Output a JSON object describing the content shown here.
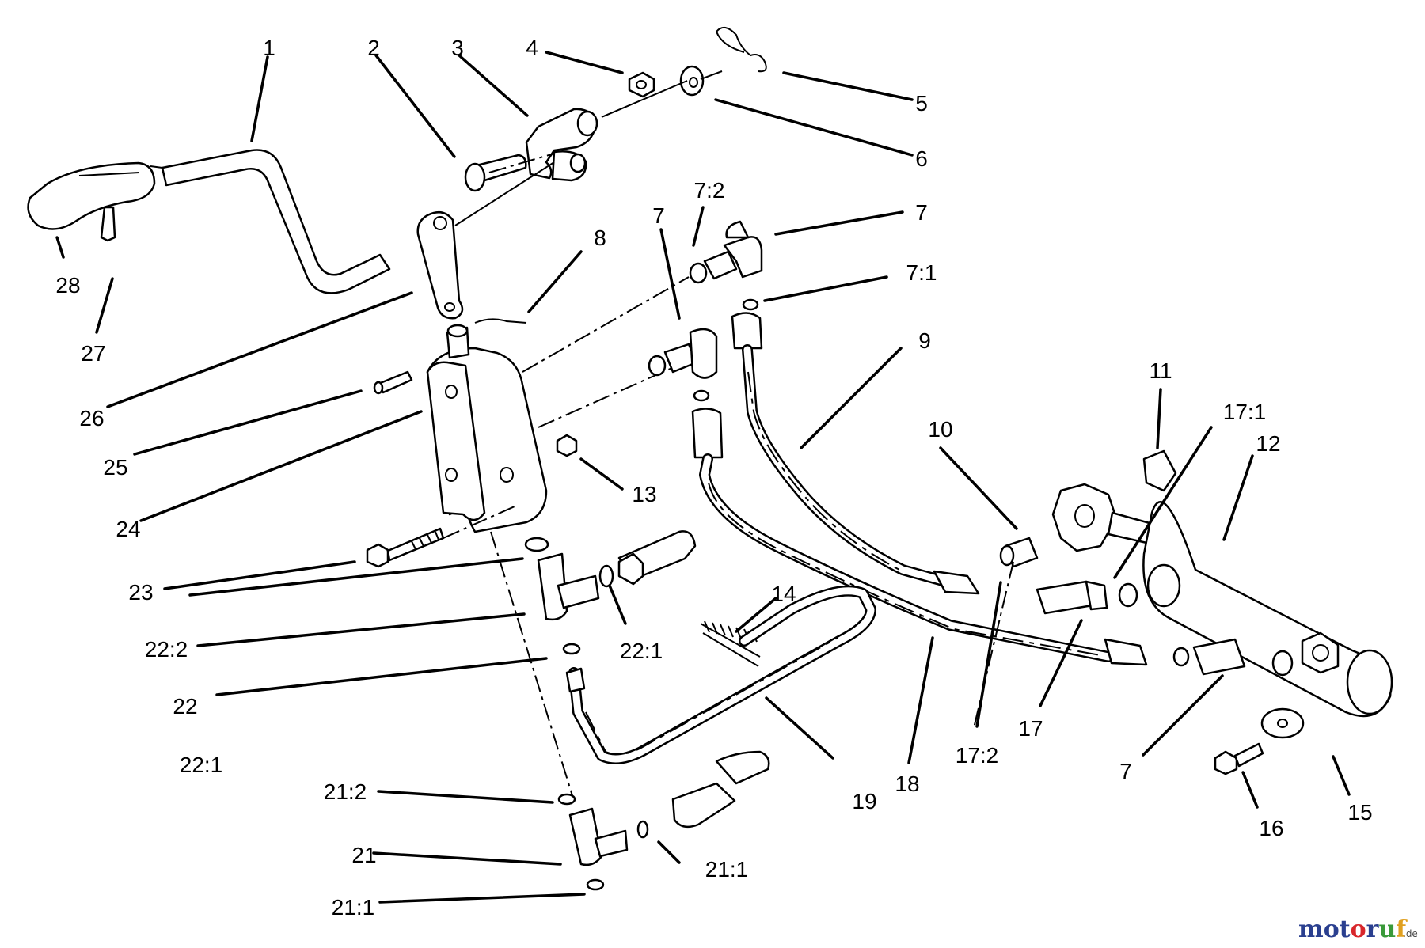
{
  "callouts": [
    {
      "id": "c1",
      "text": "1"
    },
    {
      "id": "c2",
      "text": "2"
    },
    {
      "id": "c3",
      "text": "3"
    },
    {
      "id": "c4",
      "text": "4"
    },
    {
      "id": "c5",
      "text": "5"
    },
    {
      "id": "c6",
      "text": "6"
    },
    {
      "id": "c7a",
      "text": "7:2"
    },
    {
      "id": "c7b",
      "text": "7"
    },
    {
      "id": "c7c",
      "text": "7"
    },
    {
      "id": "c7d",
      "text": "7:1"
    },
    {
      "id": "c8",
      "text": "8"
    },
    {
      "id": "c9",
      "text": "9"
    },
    {
      "id": "c10",
      "text": "10"
    },
    {
      "id": "c11",
      "text": "11"
    },
    {
      "id": "c17a",
      "text": "17:1"
    },
    {
      "id": "c12",
      "text": "12"
    },
    {
      "id": "c13",
      "text": "13"
    },
    {
      "id": "c14",
      "text": "14"
    },
    {
      "id": "c15",
      "text": "15"
    },
    {
      "id": "c16",
      "text": "16"
    },
    {
      "id": "c7e",
      "text": "7"
    },
    {
      "id": "c17",
      "text": "17"
    },
    {
      "id": "c17b",
      "text": "17:2"
    },
    {
      "id": "c18",
      "text": "18"
    },
    {
      "id": "c19",
      "text": "19"
    },
    {
      "id": "c20",
      "text": "21:1"
    },
    {
      "id": "c21",
      "text": "21"
    },
    {
      "id": "c21b",
      "text": "21:2"
    },
    {
      "id": "c21c",
      "text": "21:1"
    },
    {
      "id": "c22a",
      "text": "22:1"
    },
    {
      "id": "c22",
      "text": "22"
    },
    {
      "id": "c22b",
      "text": "22:2"
    },
    {
      "id": "c22c",
      "text": "22:1"
    },
    {
      "id": "c23",
      "text": "23"
    },
    {
      "id": "c24",
      "text": "24"
    },
    {
      "id": "c25",
      "text": "25"
    },
    {
      "id": "c26",
      "text": "26"
    },
    {
      "id": "c27",
      "text": "27"
    },
    {
      "id": "c28",
      "text": "28"
    }
  ],
  "watermark": {
    "letters": [
      "m",
      "o",
      "t",
      "o",
      "r",
      "u",
      "f"
    ],
    "letter_colors": [
      "#2a3f8f",
      "#2a3f8f",
      "#2a3f8f",
      "#d8262b",
      "#2a3f8f",
      "#3a9a3a",
      "#e0a020"
    ],
    "suffix": ".de"
  }
}
